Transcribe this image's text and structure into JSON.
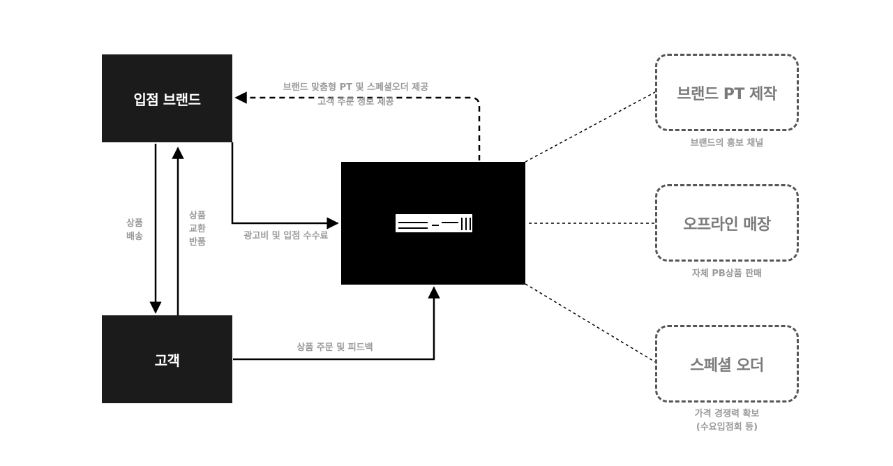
{
  "nodes": {
    "brand": {
      "label": "입점 브랜드"
    },
    "customer": {
      "label": "고객"
    },
    "pt": {
      "label": "브랜드 PT 제작",
      "caption": "브랜드의 홍보 채널"
    },
    "offline": {
      "label": "오프라인 매장",
      "caption": "자체 PB상품 판매"
    },
    "special": {
      "label": "스페셜 오더",
      "caption_line1": "가격 경쟁력 확보",
      "caption_line2": "(수요입점회 등)"
    }
  },
  "edges": {
    "platform_to_brand_line1": "브랜드 맞춤형 PT 및 스페셜오더 제공",
    "platform_to_brand_line2": "고객 주문 정보 제공",
    "brand_to_customer_line1": "상품",
    "brand_to_customer_line2": "배송",
    "customer_to_brand_line1": "상품",
    "customer_to_brand_line2": "교환",
    "customer_to_brand_line3": "반품",
    "brand_to_platform": "광고비 및 입점 수수료",
    "customer_to_platform": "상품 주문 및 피드백"
  },
  "colors": {
    "dark_node": "#1b1b1b",
    "center_node": "#000000",
    "arrow": "#000000",
    "dashed_border": "#555555",
    "label_text": "#9a9a9a",
    "dashed_text": "#7a7a7a"
  }
}
